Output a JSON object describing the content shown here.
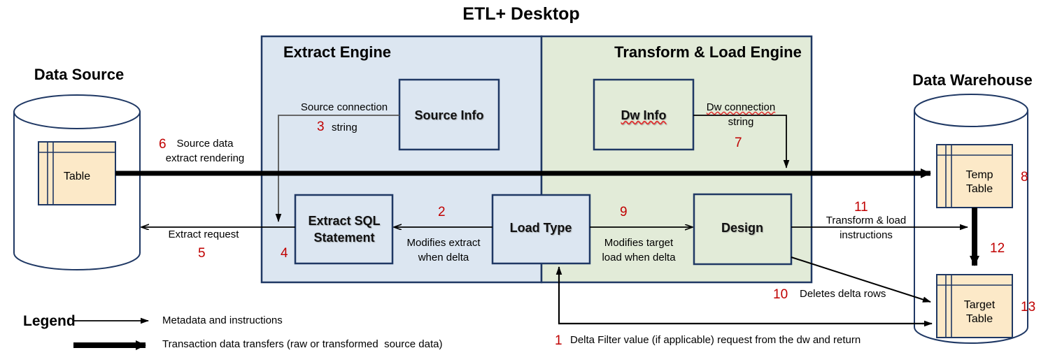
{
  "title": "ETL+ Desktop",
  "colors": {
    "extract_panel_fill": "#dce6f1",
    "transform_panel_fill": "#e2ebd8",
    "panel_stroke": "#1f3864",
    "table_fill": "#fce9c8",
    "number_red": "#c00000",
    "line": "#000000"
  },
  "left": {
    "heading": "Data Source",
    "table_label": "Table"
  },
  "right": {
    "heading": "Data Warehouse",
    "temp_table_label": "Temp\nTable",
    "target_table_label": "Target\nTable"
  },
  "panels": {
    "extract": {
      "title": "Extract Engine"
    },
    "transform": {
      "title": "Transform & Load Engine"
    }
  },
  "boxes": {
    "source_info": "Source Info",
    "dw_info": "Dw Info",
    "extract_sql": "Extract SQL\nStatement",
    "extract_sql_line1": "Extract SQL",
    "extract_sql_line2": "Statement",
    "load_type": "Load Type",
    "design": "Design"
  },
  "flows": [
    {
      "num": "1",
      "text": "Delta Filter value (if applicable) request from the dw and return"
    },
    {
      "num": "2",
      "text": "Modifies extract\nwhen delta",
      "line1": "Modifies extract",
      "line2": "when delta"
    },
    {
      "num": "3",
      "text": "Source connection\nstring",
      "line1": "Source connection",
      "line2": "string"
    },
    {
      "num": "4",
      "text": ""
    },
    {
      "num": "5",
      "text": "Extract request"
    },
    {
      "num": "6",
      "text": "Source data\nextract rendering",
      "line1": "Source data",
      "line2": "extract rendering"
    },
    {
      "num": "7",
      "text": "Dw connection\nstring",
      "line1": "Dw connection",
      "line2": "string"
    },
    {
      "num": "8",
      "text": ""
    },
    {
      "num": "9",
      "text": "Modifies target\nload when delta",
      "line1": "Modifies target",
      "line2": "load when delta"
    },
    {
      "num": "10",
      "text": "Deletes delta rows"
    },
    {
      "num": "11",
      "text": "Transform & load\ninstructions",
      "line1": "Transform & load",
      "line2": "instructions"
    },
    {
      "num": "12",
      "text": ""
    },
    {
      "num": "13",
      "text": ""
    }
  ],
  "legend": {
    "title": "Legend",
    "items": [
      {
        "style": "thin",
        "label": "Metadata and instructions"
      },
      {
        "style": "thick",
        "label": "Transaction data transfers (raw or transformed  source data)"
      }
    ]
  }
}
